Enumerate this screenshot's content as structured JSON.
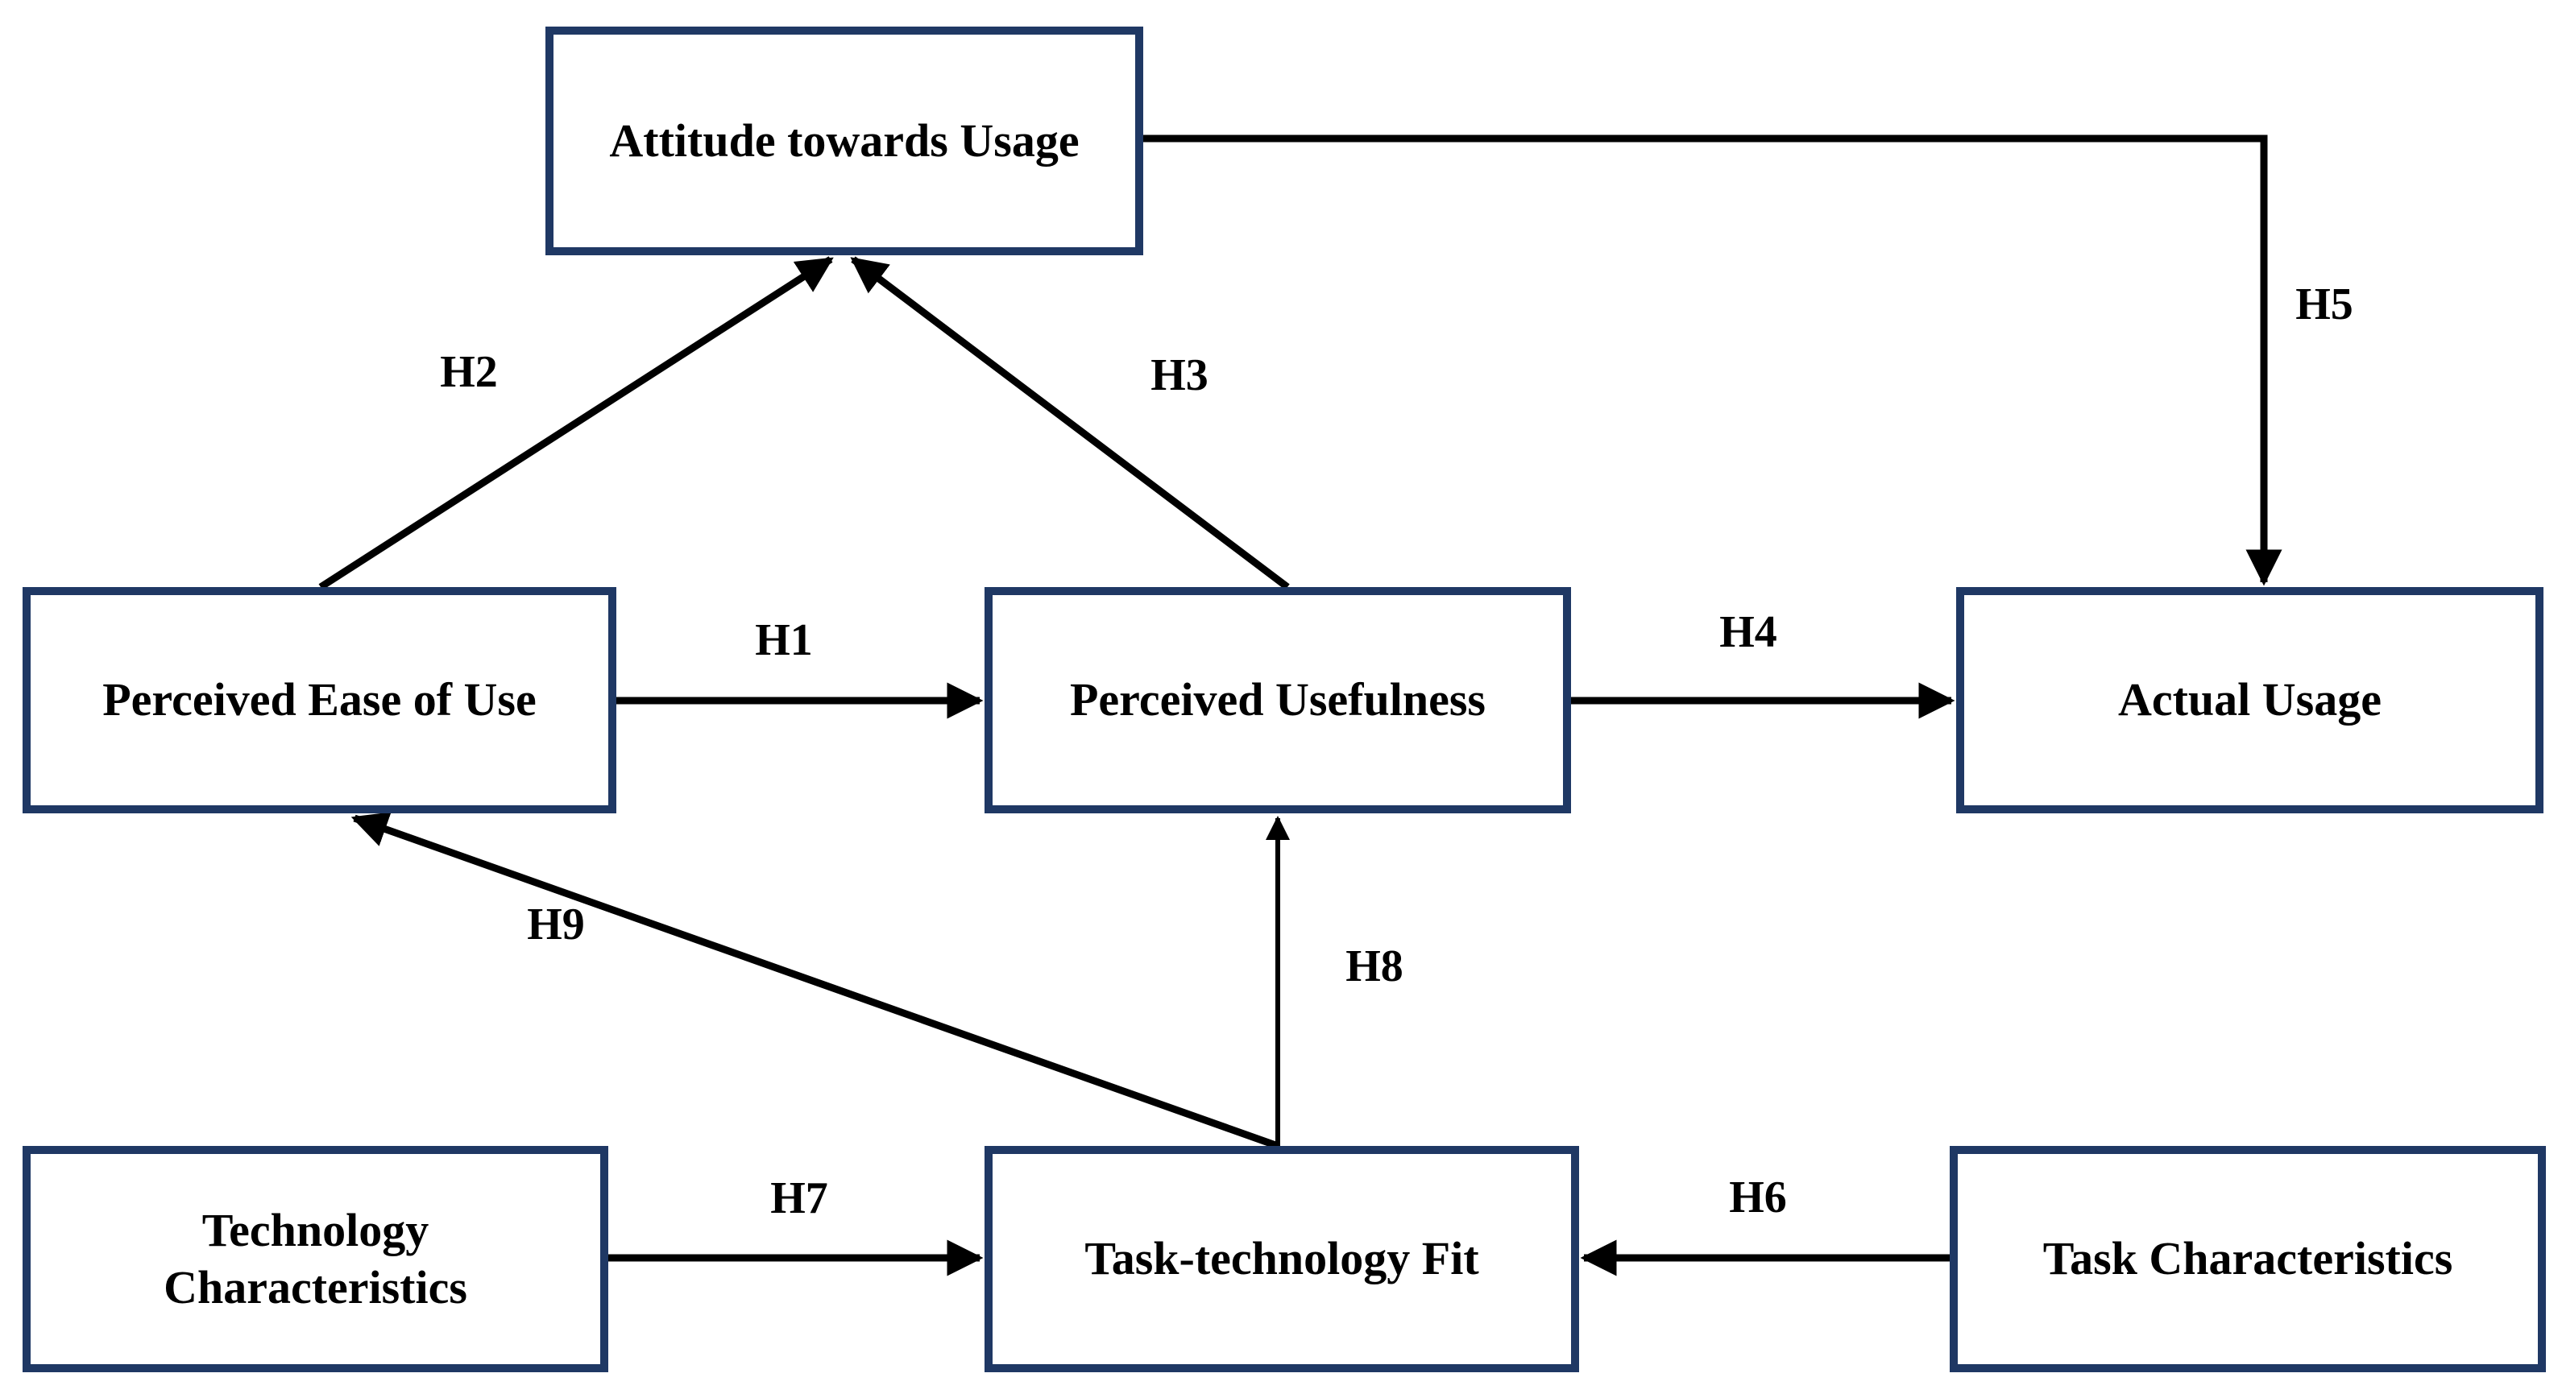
{
  "colors": {
    "box_border": "#1f3864",
    "box_fill": "#ffffff",
    "arrow": "#000000",
    "text": "#000000",
    "background": "#ffffff"
  },
  "nodes": {
    "attitude": {
      "label": "Attitude towards Usage"
    },
    "peu": {
      "label": "Perceived Ease of Use"
    },
    "pu": {
      "label": "Perceived Usefulness"
    },
    "au": {
      "label": "Actual Usage"
    },
    "tech": {
      "label": "Technology Characteristics"
    },
    "ttf": {
      "label": "Task-technology Fit"
    },
    "task": {
      "label": "Task Characteristics"
    }
  },
  "edges": {
    "h1": {
      "label": "H1",
      "from": "Perceived Ease of Use",
      "to": "Perceived Usefulness"
    },
    "h2": {
      "label": "H2",
      "from": "Perceived Ease of Use",
      "to": "Attitude towards Usage"
    },
    "h3": {
      "label": "H3",
      "from": "Perceived Usefulness",
      "to": "Attitude towards Usage"
    },
    "h4": {
      "label": "H4",
      "from": "Perceived Usefulness",
      "to": "Actual Usage"
    },
    "h5": {
      "label": "H5",
      "from": "Attitude towards Usage",
      "to": "Actual Usage"
    },
    "h6": {
      "label": "H6",
      "from": "Task Characteristics",
      "to": "Task-technology Fit"
    },
    "h7": {
      "label": "H7",
      "from": "Technology Characteristics",
      "to": "Task-technology Fit"
    },
    "h8": {
      "label": "H8",
      "from": "Task-technology Fit",
      "to": "Perceived Usefulness"
    },
    "h9": {
      "label": "H9",
      "from": "Task-technology Fit",
      "to": "Perceived Ease of Use"
    }
  }
}
